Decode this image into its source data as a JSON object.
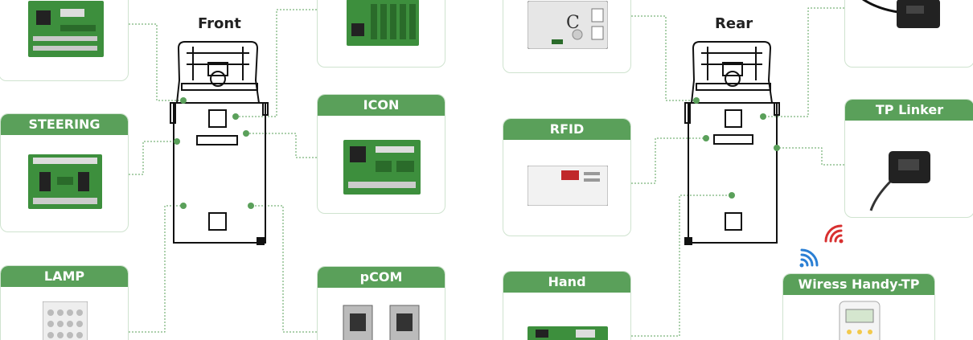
{
  "front_label": "Front",
  "rear_label": "Rear",
  "modules": {
    "steering": "STEERING",
    "lamp": "LAMP",
    "icon": "ICON",
    "pcom": "pCOM",
    "rfid": "RFID",
    "hand": "Hand",
    "tp_linker": "TP Linker",
    "wireless": "Wiress Handy-TP"
  },
  "colors": {
    "accent": "#5aa05a",
    "board": "#3d8f3d",
    "wireless_red": "#d83030",
    "wireless_blue": "#2a7fd4"
  }
}
